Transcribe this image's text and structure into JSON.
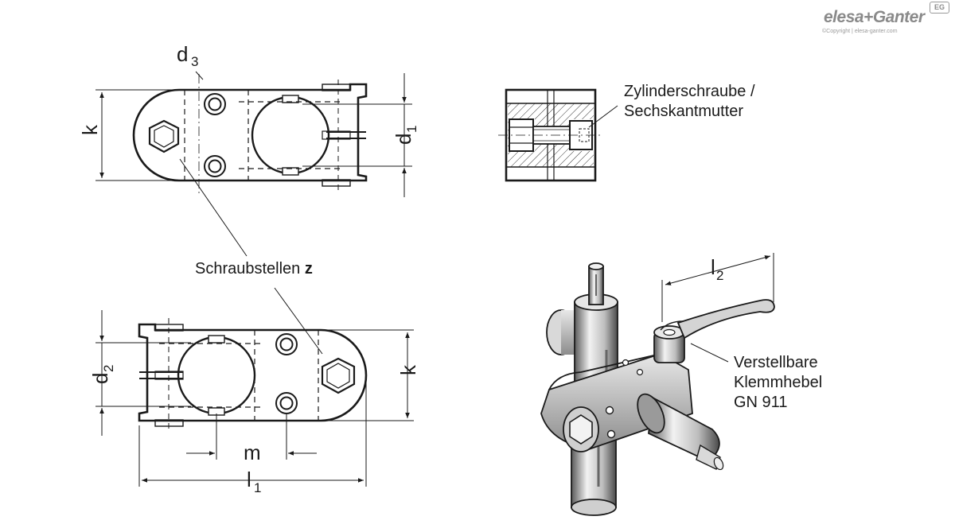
{
  "logo": {
    "brand": "elesa+Ganter",
    "copyright": "©Copyright | elesa-ganter.com",
    "badge": "EG"
  },
  "labels": {
    "d3": {
      "main": "d",
      "sub": "3"
    },
    "k_top": "k",
    "d1": {
      "main": "d",
      "sub": "1"
    },
    "screw_points": {
      "text": "Schraubstellen ",
      "bold": "z"
    },
    "d2": {
      "main": "d",
      "sub": "2"
    },
    "k_bottom": "k",
    "m": "m",
    "l1": {
      "main": "l",
      "sub": "1"
    },
    "cylinder_screw": [
      "Zylinderschraube /",
      "Sechskantmutter"
    ],
    "l2": {
      "main": "l",
      "sub": "2"
    },
    "lever": [
      "Verstellbare",
      "Klemmhebel",
      "GN 911"
    ]
  }
}
